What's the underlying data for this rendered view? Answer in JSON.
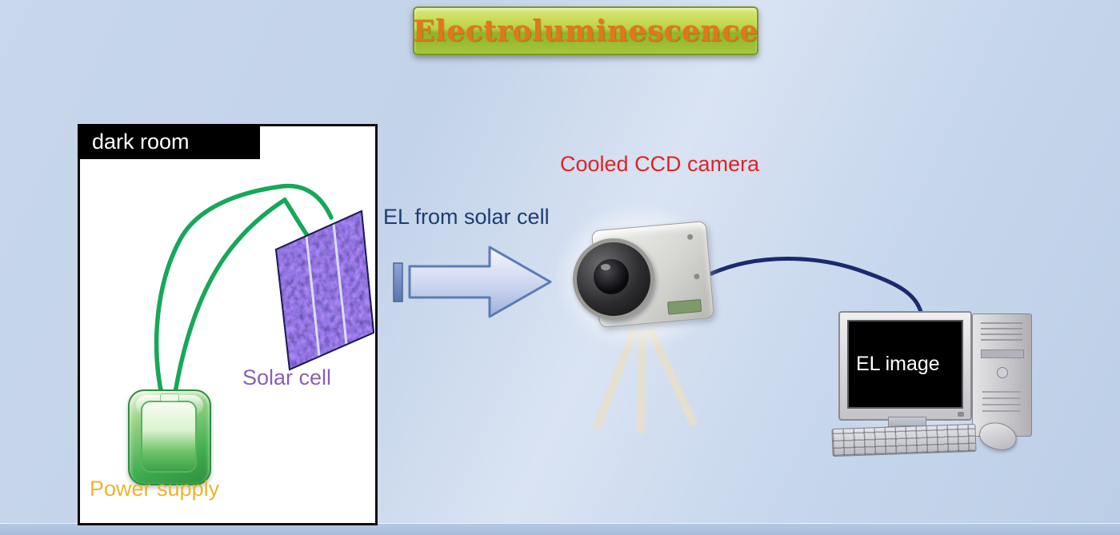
{
  "title": "Electroluminescence",
  "dark_room": {
    "label": "dark room",
    "solar_cell_label": "Solar cell",
    "power_supply_label": "Power supply"
  },
  "flow": {
    "el_arrow_label": "EL from solar cell"
  },
  "camera": {
    "label": "Cooled CCD camera"
  },
  "computer": {
    "screen_label": "EL image"
  },
  "colors": {
    "background": "#c6d6ea",
    "banner_green_top": "#d8e876",
    "banner_green_bottom": "#8fb32a",
    "title_text": "#e2761c",
    "camera_label": "#e32222",
    "solar_cell_label": "#8a5fb0",
    "power_supply_label": "#ecb52b",
    "el_arrow_label": "#1d3d70",
    "wire_green": "#16a85a",
    "wire_navy": "#1b2a6d",
    "arrow_fill_top": "#f2f5fc",
    "arrow_fill_bottom": "#9fb0dc",
    "arrow_stroke": "#5d7bb5"
  }
}
